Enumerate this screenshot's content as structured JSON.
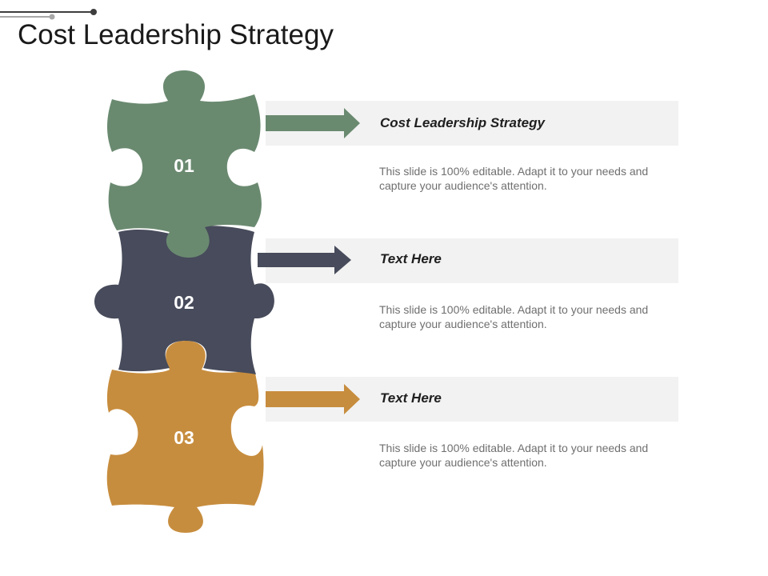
{
  "slide": {
    "title": "Cost Leadership Strategy"
  },
  "colors": {
    "piece_1": "#6a8a70",
    "piece_2": "#474b5b",
    "piece_3": "#c78d3e",
    "band": "#f2f2f2",
    "deco_line": "#555555"
  },
  "steps": [
    {
      "number": "01",
      "heading": "Cost Leadership Strategy",
      "description": "This slide is 100% editable. Adapt it to your needs and capture your audience's attention."
    },
    {
      "number": "02",
      "heading": "Text Here",
      "description": "This slide is 100% editable. Adapt it to your needs and capture your audience's attention."
    },
    {
      "number": "03",
      "heading": "Text Here",
      "description": "This slide is 100% editable. Adapt it to your needs and capture your audience's attention."
    }
  ]
}
